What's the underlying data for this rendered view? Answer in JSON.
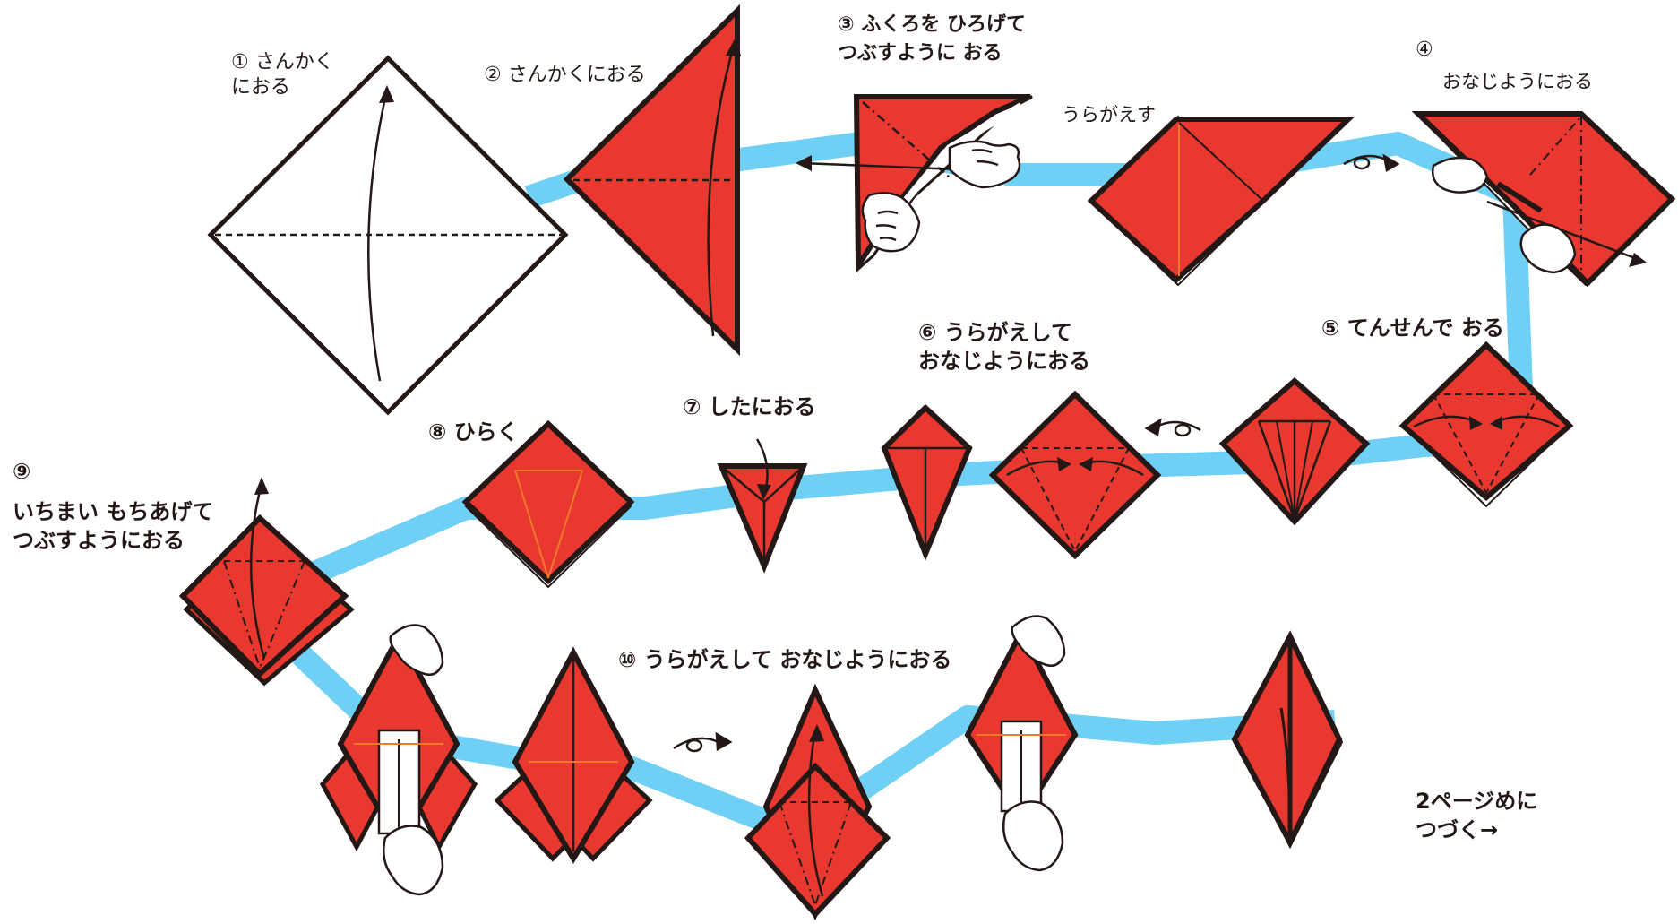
{
  "colors": {
    "paper": "#e8382f",
    "outline": "#231815",
    "path": "#6fcff5",
    "crease": "#231815",
    "white": "#ffffff",
    "inner_line": "#f07a2a"
  },
  "steps": [
    {
      "num": "①",
      "text": "さんかく\nにおる"
    },
    {
      "num": "②",
      "text": "さんかくにおる"
    },
    {
      "num": "③",
      "text": "ふくろを ひろげて\nつぶすように おる"
    },
    {
      "num": "④",
      "text": "おなじようにおる"
    },
    {
      "num": "⑤",
      "text": "てんせんで おる"
    },
    {
      "num": "⑥",
      "text": "うらがえして\nおなじようにおる"
    },
    {
      "num": "⑦",
      "text": "したにおる"
    },
    {
      "num": "⑧",
      "text": "ひらく"
    },
    {
      "num": "⑨",
      "text": "いちまい もちあげて\nつぶすようにおる"
    },
    {
      "num": "⑩",
      "text": "うらがえして おなじようにおる"
    }
  ],
  "notes": {
    "turn_over": "うらがえす",
    "continue": "2ページめに\nつづく→"
  },
  "icons": [
    "hand-icon",
    "flip-arrow-icon",
    "fold-arrow-icon"
  ]
}
